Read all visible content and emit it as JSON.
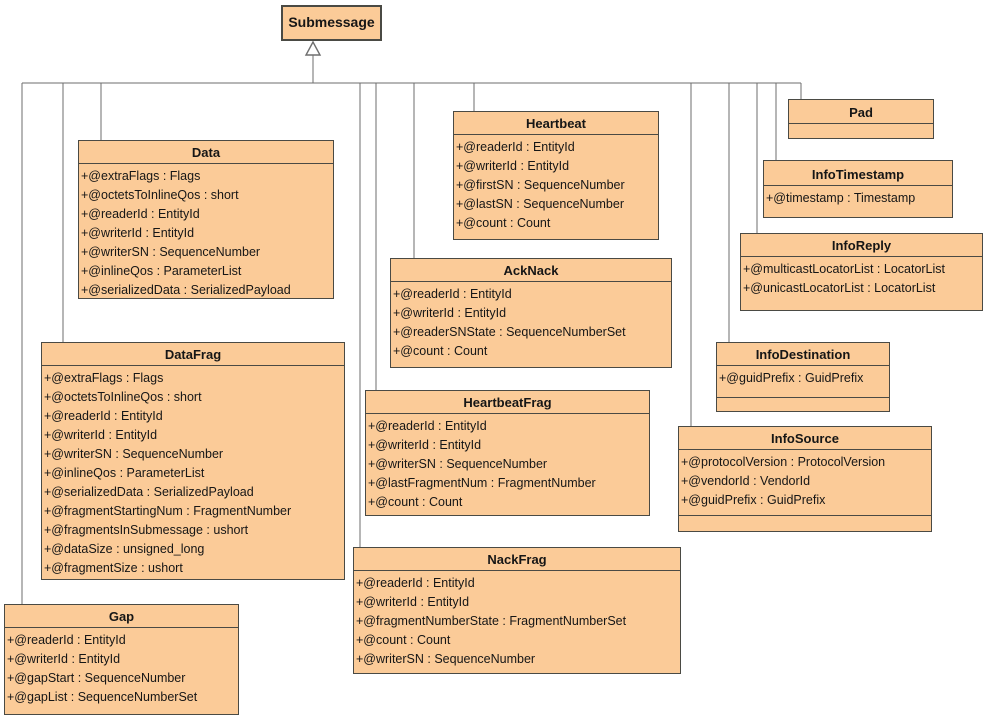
{
  "diagram": {
    "root": {
      "name": "Submessage"
    },
    "classes": [
      {
        "id": "data",
        "name": "Data",
        "attributes": [
          "+@extraFlags : Flags",
          "+@octetsToInlineQos : short",
          "+@readerId : EntityId",
          "+@writerId : EntityId",
          "+@writerSN : SequenceNumber",
          "+@inlineQos : ParameterList",
          "+@serializedData : SerializedPayload"
        ]
      },
      {
        "id": "datafrag",
        "name": "DataFrag",
        "attributes": [
          "+@extraFlags : Flags",
          "+@octetsToInlineQos : short",
          "+@readerId : EntityId",
          "+@writerId : EntityId",
          "+@writerSN : SequenceNumber",
          "+@inlineQos : ParameterList",
          "+@serializedData : SerializedPayload",
          "+@fragmentStartingNum : FragmentNumber",
          "+@fragmentsInSubmessage : ushort",
          "+@dataSize : unsigned_long",
          "+@fragmentSize : ushort"
        ]
      },
      {
        "id": "gap",
        "name": "Gap",
        "attributes": [
          "+@readerId : EntityId",
          "+@writerId : EntityId",
          "+@gapStart : SequenceNumber",
          "+@gapList : SequenceNumberSet"
        ]
      },
      {
        "id": "heartbeat",
        "name": "Heartbeat",
        "attributes": [
          "+@readerId : EntityId",
          "+@writerId : EntityId",
          "+@firstSN : SequenceNumber",
          "+@lastSN : SequenceNumber",
          "+@count : Count"
        ]
      },
      {
        "id": "acknack",
        "name": "AckNack",
        "attributes": [
          "+@readerId : EntityId",
          "+@writerId : EntityId",
          "+@readerSNState : SequenceNumberSet",
          "+@count : Count"
        ]
      },
      {
        "id": "heartbeatfrag",
        "name": "HeartbeatFrag",
        "attributes": [
          "+@readerId : EntityId",
          "+@writerId : EntityId",
          "+@writerSN : SequenceNumber",
          "+@lastFragmentNum : FragmentNumber",
          "+@count : Count"
        ]
      },
      {
        "id": "nackfrag",
        "name": "NackFrag",
        "attributes": [
          "+@readerId : EntityId",
          "+@writerId : EntityId",
          "+@fragmentNumberState : FragmentNumberSet",
          "+@count : Count",
          "+@writerSN : SequenceNumber"
        ]
      },
      {
        "id": "pad",
        "name": "Pad",
        "attributes": []
      },
      {
        "id": "infotimestamp",
        "name": "InfoTimestamp",
        "attributes": [
          "+@timestamp : Timestamp"
        ]
      },
      {
        "id": "inforeply",
        "name": "InfoReply",
        "attributes": [
          "+@multicastLocatorList : LocatorList",
          "+@unicastLocatorList : LocatorList"
        ]
      },
      {
        "id": "infodestination",
        "name": "InfoDestination",
        "attributes": [
          "+@guidPrefix : GuidPrefix"
        ]
      },
      {
        "id": "infosource",
        "name": "InfoSource",
        "attributes": [
          "+@protocolVersion : ProtocolVersion",
          "+@vendorId : VendorId",
          "+@guidPrefix : GuidPrefix"
        ]
      }
    ],
    "relationship": "generalization",
    "colors": {
      "box_fill": "#FBCB98",
      "box_border": "#4A4A44",
      "connector": "#6E6E6E"
    }
  }
}
